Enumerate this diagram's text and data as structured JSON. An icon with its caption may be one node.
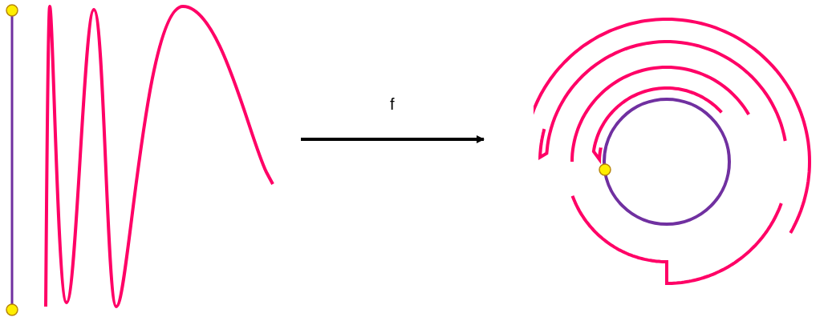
{
  "diagram": {
    "nodes": [
      {
        "text": [],
        "shape": "picture"
      },
      {
        "text": [],
        "shape": "picture"
      }
    ],
    "edges": [
      {
        "from": 0,
        "to": 1,
        "arrow": "to",
        "label": "f"
      }
    ]
  }
}
